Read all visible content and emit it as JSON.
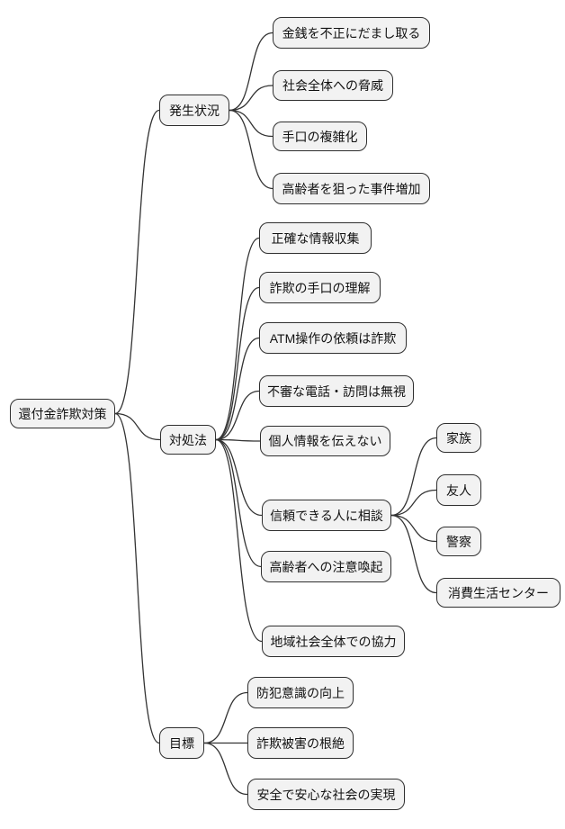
{
  "diagram": {
    "type": "mindmap",
    "root": {
      "label": "還付金詐欺対策"
    },
    "branches": [
      {
        "label": "発生状況",
        "children": [
          {
            "label": "金銭を不正にだまし取る"
          },
          {
            "label": "社会全体への脅威"
          },
          {
            "label": "手口の複雑化"
          },
          {
            "label": "高齢者を狙った事件増加"
          }
        ]
      },
      {
        "label": "対処法",
        "children": [
          {
            "label": "正確な情報収集"
          },
          {
            "label": "詐欺の手口の理解"
          },
          {
            "label": "ATM操作の依頼は詐欺"
          },
          {
            "label": "不審な電話・訪問は無視"
          },
          {
            "label": "個人情報を伝えない"
          },
          {
            "label": "信頼できる人に相談",
            "children": [
              {
                "label": "家族"
              },
              {
                "label": "友人"
              },
              {
                "label": "警察"
              },
              {
                "label": "消費生活センター"
              }
            ]
          },
          {
            "label": "高齢者への注意喚起"
          },
          {
            "label": "地域社会全体での協力"
          }
        ]
      },
      {
        "label": "目標",
        "children": [
          {
            "label": "防犯意識の向上"
          },
          {
            "label": "詐欺被害の根絶"
          },
          {
            "label": "安全で安心な社会の実現"
          }
        ]
      }
    ],
    "colors": {
      "node_fill": "#f2f2f2",
      "node_border": "#2f2f2f",
      "connector": "#333333",
      "text": "#111111",
      "background": "#ffffff"
    }
  }
}
